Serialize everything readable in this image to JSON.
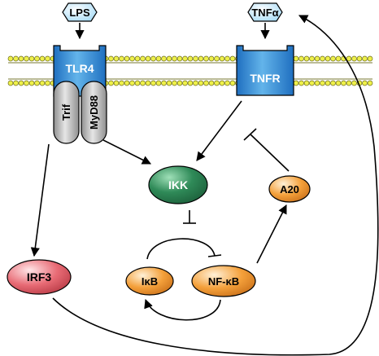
{
  "diagram": {
    "nodes": {
      "lps": "LPS",
      "tnfa": "TNFα",
      "tlr4": "TLR4",
      "tnfr": "TNFR",
      "trif": "Trif",
      "myd88": "MyD88",
      "ikk": "IKK",
      "a20": "A20",
      "irf3": "IRF3",
      "ikb": "IκB",
      "nfkb": "NF-κB"
    },
    "colors": {
      "receptor_blue": "#3f8fd6",
      "receptor_light": "#9fd8f6",
      "ligand_fill": "#cfeefc",
      "adaptor_gray": "#b9b9b9",
      "ikk_green": "#2f8a58",
      "orange": "#f4a03a",
      "irf3_red": "#e86b75",
      "membrane_yellow": "#eef04a"
    },
    "edges": [
      {
        "from": "LPS",
        "to": "TLR4",
        "type": "activation"
      },
      {
        "from": "TNFα",
        "to": "TNFR",
        "type": "activation"
      },
      {
        "from": "MyD88",
        "to": "IKK",
        "type": "activation"
      },
      {
        "from": "TNFR",
        "to": "IKK",
        "type": "activation"
      },
      {
        "from": "Trif",
        "to": "IRF3",
        "type": "activation"
      },
      {
        "from": "IKK",
        "to": "IκB",
        "type": "inhibition"
      },
      {
        "from": "IκB",
        "to": "NF-κB",
        "type": "inhibition"
      },
      {
        "from": "NF-κB",
        "to": "IκB",
        "type": "activation"
      },
      {
        "from": "NF-κB",
        "to": "A20",
        "type": "activation"
      },
      {
        "from": "A20",
        "to": "TNFR",
        "type": "inhibition"
      },
      {
        "from": "IRF3",
        "to": "TNFα",
        "type": "activation"
      }
    ]
  }
}
